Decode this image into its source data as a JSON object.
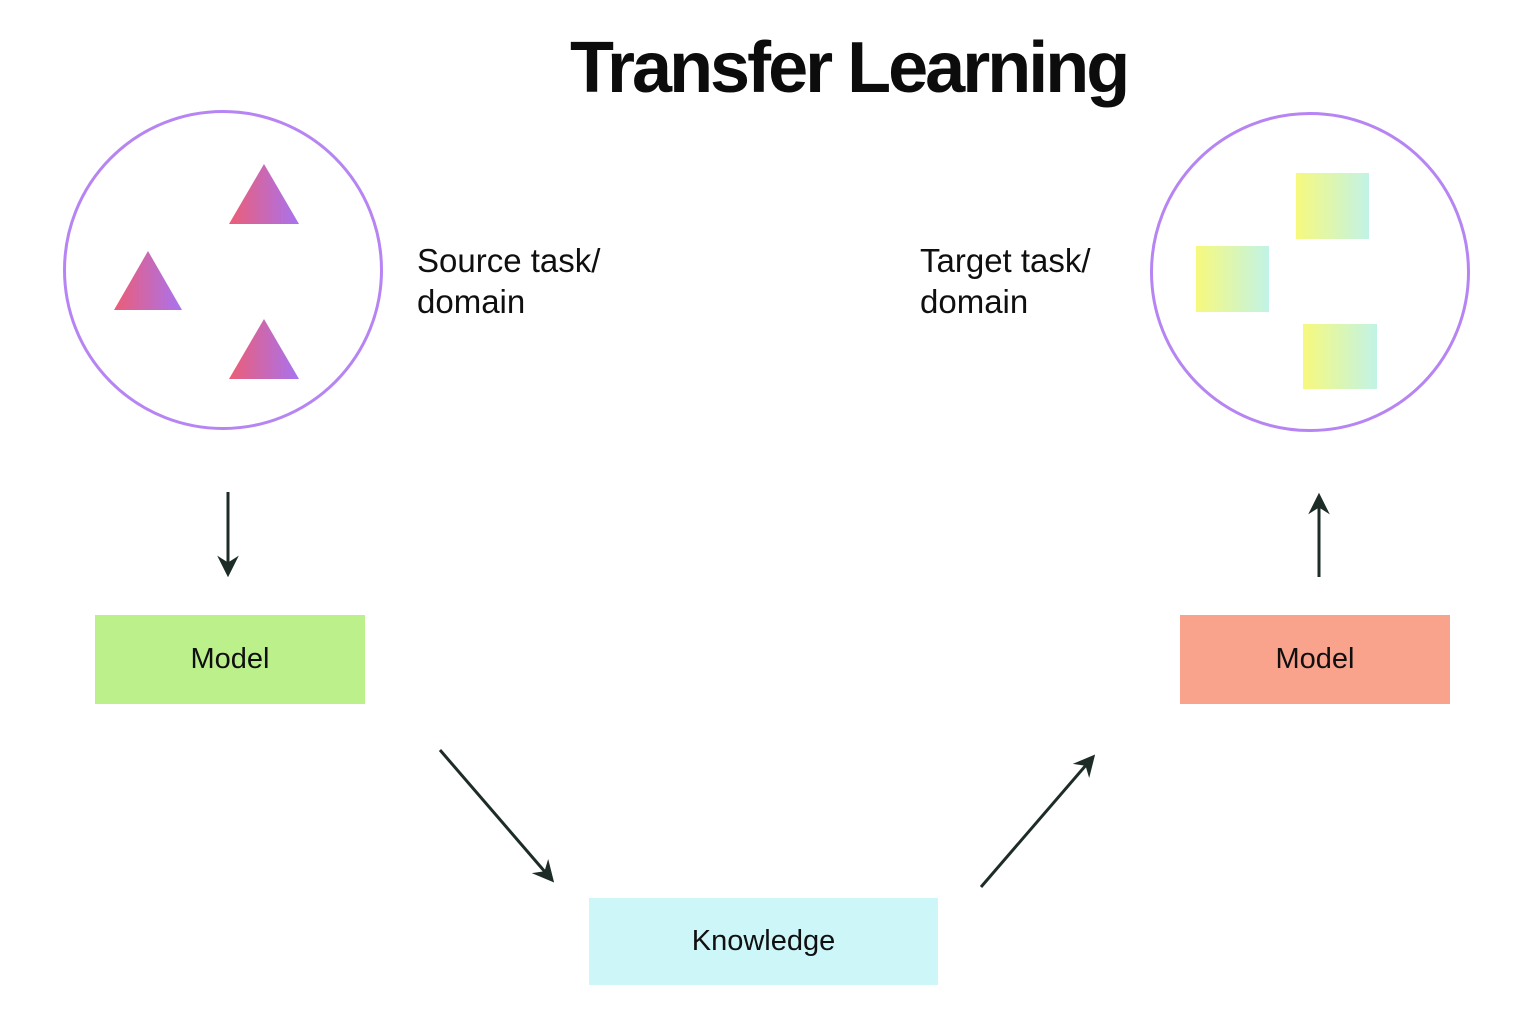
{
  "title": "Transfer Learning",
  "diagram": {
    "source": {
      "label_line1": "Source task/",
      "label_line2": "domain",
      "circle_border_color": "#b685f3",
      "shape": "triangle",
      "shape_count": 3,
      "shape_gradient": [
        "#ec5d76",
        "#a873f0"
      ],
      "model_label": "Model",
      "model_color": "#bcf08b"
    },
    "target": {
      "label_line1": "Target task/",
      "label_line2": "domain",
      "circle_border_color": "#b685f3",
      "shape": "square",
      "shape_count": 3,
      "shape_gradient": [
        "#f7f97d",
        "#c1f3e6"
      ],
      "model_label": "Model",
      "model_color": "#f9a28c"
    },
    "knowledge": {
      "label": "Knowledge",
      "color": "#cdf6f9"
    },
    "arrow_color": "#1d2c26",
    "arrows": [
      {
        "from": "source-domain-circle",
        "to": "source-model"
      },
      {
        "from": "source-model",
        "to": "knowledge"
      },
      {
        "from": "knowledge",
        "to": "target-model"
      },
      {
        "from": "target-model",
        "to": "target-domain-circle"
      }
    ]
  }
}
